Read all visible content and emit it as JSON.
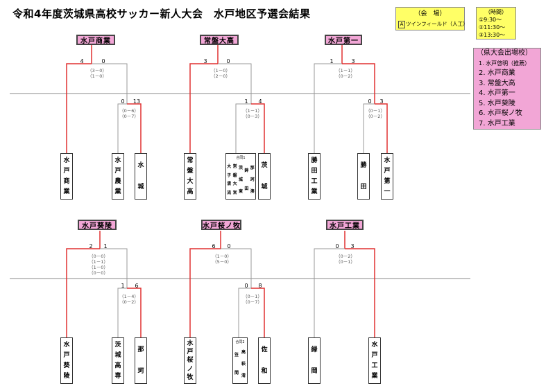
{
  "title": "令和4年度茨城県高校サッカー新人大会　水戸地区予選会結果",
  "venue": {
    "header": "（会　場）",
    "mark": "A",
    "name": "ツインフィールド（人工）"
  },
  "times": {
    "header": "（時間）",
    "slots": [
      "①9:30〜",
      "②11:30〜",
      "③13:30〜"
    ]
  },
  "pref": {
    "header": "（県大会出場校）",
    "items": [
      "1. 水戸啓明（推薦）",
      "2. 水戸商業",
      "3. 常盤大高",
      "4. 水戸第一",
      "5. 水戸葵陵",
      "6. 水戸桜ノ牧",
      "7. 水戸工業"
    ]
  },
  "winners": [
    "水戸商業",
    "常盤大高",
    "水戸第一",
    "水戸葵陵",
    "水戸桜ノ牧",
    "水戸工業"
  ],
  "teams": {
    "mito_shogyo": "水戸商業",
    "mito_nogyo": "水戸農業",
    "mito_jo": "水城",
    "tokiwa": "常盤大高",
    "ibaraki": "茨城",
    "katsuta_kogyo": "勝田工業",
    "katsuta": "勝田",
    "mito_daiichi": "水戸第一",
    "mito_kiryo": "水戸葵陵",
    "ibaraki_kosen": "茨城高専",
    "naka": "那珂",
    "mito_sakuranomaki": "水戸桜ノ牧",
    "sawa": "佐和",
    "ryokuoka": "緑岡",
    "mito_kogyo": "水戸工業"
  },
  "combined1": {
    "header": "合同1",
    "cols": [
      "大子清流",
      "常磐大宮",
      "茨城東",
      "鉾田",
      "那珂湊"
    ]
  },
  "combined2": {
    "header": "合同2",
    "cols": [
      "笠間",
      "高萩清"
    ]
  },
  "scores": {
    "g1f": [
      "4",
      "0"
    ],
    "g1s": [
      "0",
      "13"
    ],
    "g2f": [
      "3",
      "0"
    ],
    "g2s": [
      "1",
      "4"
    ],
    "g3f": [
      "1",
      "3"
    ],
    "g3s": [
      "0",
      "3"
    ],
    "g4f": [
      "2",
      "1"
    ],
    "g4s": [
      "1",
      "6"
    ],
    "g5f": [
      "6",
      "0"
    ],
    "g5s": [
      "0",
      "8"
    ],
    "g6f": [
      "0",
      "3"
    ]
  },
  "details": {
    "g1f": [
      "（3－0）",
      "（1－0）"
    ],
    "g1s": [
      "（0－6）",
      "（0－7）"
    ],
    "g2f": [
      "（1－0）",
      "（2－0）"
    ],
    "g2s": [
      "（1－1）",
      "（0－3）"
    ],
    "g3f": [
      "（1－1）",
      "（0－2）"
    ],
    "g3s": [
      "（0－1）",
      "（0－2）"
    ],
    "g4f": [
      "（0－0）",
      "（1－1）",
      "（1－0）",
      "（0－0）"
    ],
    "g4s": [
      "（1－4）",
      "（0－2）"
    ],
    "g5f": [
      "（1－0）",
      "（5－0）"
    ],
    "g5s": [
      "（0－1）",
      "（0－7）"
    ],
    "g6f": [
      "（0－2）",
      "（0－1）"
    ]
  },
  "colors": {
    "win_line": "#e03030",
    "lose_line": "#999999",
    "winner_bg": "#f2a6d6",
    "yellow": "#ffff66",
    "pink": "#f2a6d6"
  }
}
